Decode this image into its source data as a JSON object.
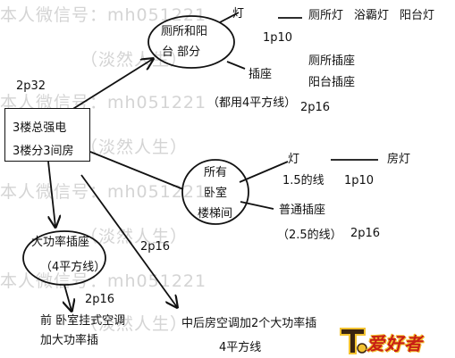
{
  "watermark": {
    "lines": [
      "本人微信号：mh051221",
      "（淡然人生）",
      "本人微信号：mh051221",
      "（淡然人生）",
      "本人微信号：mh051221",
      "（淡然人生）",
      "本人微信号：mh051221",
      "（淡然人生）"
    ]
  },
  "main_box": {
    "line1": "3楼总强电",
    "line2": "3楼分3间房"
  },
  "nodes": {
    "toilet_balcony": {
      "line1": "厕所和阳",
      "line2": "台 部分"
    },
    "bedrooms": {
      "line1": "所有",
      "line2": "卧室",
      "line3": "楼梯间"
    },
    "high_power": {
      "line1": "大功率插座",
      "line2": "（4平方线）"
    }
  },
  "labels": {
    "light_top": "灯",
    "toilet_light": "厕所灯",
    "bath_heater": "浴霸灯",
    "balcony_light": "阳台灯",
    "p10_top": "1p10",
    "socket_top": "插座",
    "toilet_socket": "厕所插座",
    "balcony_socket": "阳台插座",
    "wire_note_top": "（都用4平方线）",
    "p16_top": "2p16",
    "p32": "2p32",
    "light_mid": "灯",
    "room_light": "房灯",
    "wire_15": "1.5的线",
    "p10_mid": "1p10",
    "normal_socket": "普通插座",
    "wire_25": "（2.5的线）",
    "p16_mid": "2p16",
    "p16_left": "2p16",
    "p16_low": "2p16",
    "front_bedroom_line1": "前   卧室挂式空调",
    "front_bedroom_line2": "加大功率插",
    "middle_rear": "中后房空调加2个大功率插",
    "wire_4": "4平方线"
  },
  "logo": {
    "text": "爱好者"
  }
}
